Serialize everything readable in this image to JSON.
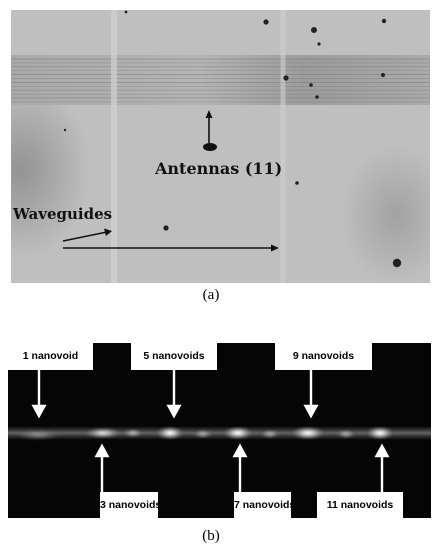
{
  "panel_a": {
    "caption": "(a)",
    "antennas_label": "Antennas (11)",
    "waveguides_label": "Waveguides"
  },
  "panel_b": {
    "caption": "(b)",
    "top_labels": [
      "1 nanovoid",
      "5 nanovoids",
      "9 nanovoids"
    ],
    "bottom_labels": [
      "3 nanovoids",
      "7 nanovoids",
      "11 nanovoids"
    ]
  }
}
